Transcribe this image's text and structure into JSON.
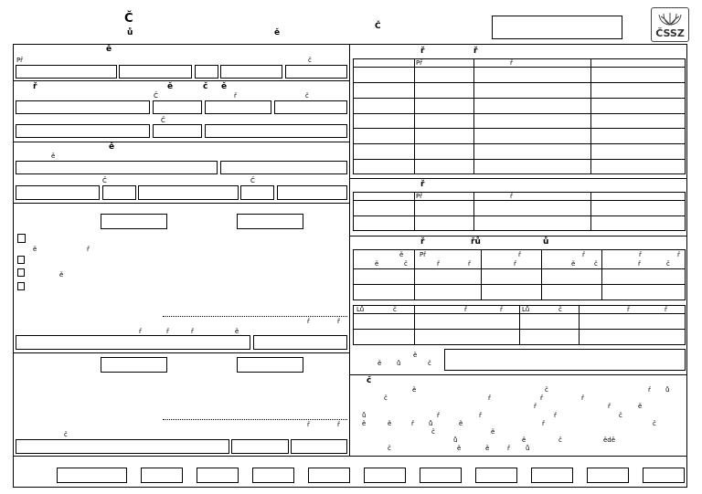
{
  "header": {
    "title_big": "Č",
    "title_sub_1": "ů",
    "title_sub_2": "ě",
    "title_sub_3": "Č",
    "logo_text": "ČSSZ"
  },
  "left": {
    "s1_title": "ě",
    "s1_label_a": "Př",
    "s1_label_b": "č",
    "s2_title": "ř",
    "s2_label_a": "Č",
    "s2_label_b": "ě",
    "s2_label_c": "č",
    "s2_label_d": "ě",
    "s2_label_e": "ř",
    "s2_label_f": "č",
    "s2_label_g": "Č",
    "s3_title": "ě",
    "s3_label_a": "ě",
    "s3_label_b": "Č",
    "s3_label_c": "Č",
    "s4_check1_a": "ě",
    "s4_check1_b": "ř",
    "s4_check3": "ě",
    "s4_sig_a": "ř",
    "s4_sig_b": "ř",
    "s4_bot_a": "ř",
    "s4_bot_b": "ř",
    "s4_bot_c": "ř",
    "s4_bot_d": "ě",
    "s5_sig_a": "ř",
    "s5_sig_b": "ř",
    "s5_bot": "č"
  },
  "right": {
    "t1_title_a": "ř",
    "t1_title_b": "ř",
    "t1_col_a": "Př",
    "t1_col_b": "ř",
    "t2_title": "ř",
    "t2_col_a": "Př",
    "t2_col_b": "ř",
    "t3_title_a": "ř",
    "t3_title_b": "řů",
    "t3_title_c": "ů",
    "t3_h1": "ě",
    "t3_h2": "Př",
    "t3_h3": "ř",
    "t3_h4": "ř",
    "t3_h5": "ř",
    "t3_h6": "ř",
    "t3_s1": "ě",
    "t3_s2": "č",
    "t3_s3": "ř",
    "t3_s4": "ř",
    "t3_s5": "ř",
    "t3_s6": "ě",
    "t3_s7": "č",
    "t3_s8": "ř",
    "t3_s9": "č",
    "t4_h1": "Lů",
    "t4_h2": "č",
    "t4_h3": "ř",
    "t4_h4": "ř",
    "t4_h5": "Lů",
    "t4_h6": "č",
    "t4_h7": "ř",
    "t4_h8": "ř",
    "t5_a": "ě",
    "t5_b": "ů",
    "t5_c": "ě",
    "t5_d": "č",
    "notes_title": "č",
    "n1": "ě",
    "n2": "č",
    "n3": "ř",
    "n4": "ř",
    "n5": "ů",
    "n6": "č",
    "n7": "ř",
    "n8": "ř",
    "n9": "ř",
    "n10": "ě",
    "n11": "ř",
    "n12": "č",
    "n13": "ů",
    "n14": "ř",
    "n15": "ě",
    "n16": "ě",
    "n17": "ř",
    "n18": "ů",
    "n19": "ě",
    "n20": "ř",
    "n21": "č",
    "n22": "č",
    "n23": "ů",
    "n24": "ě",
    "n25": "č",
    "n26": "ě",
    "n27": "ě",
    "n28": "ř",
    "n29": "ů",
    "n30": "ědě",
    "n31": "č",
    "n32": "ř"
  }
}
